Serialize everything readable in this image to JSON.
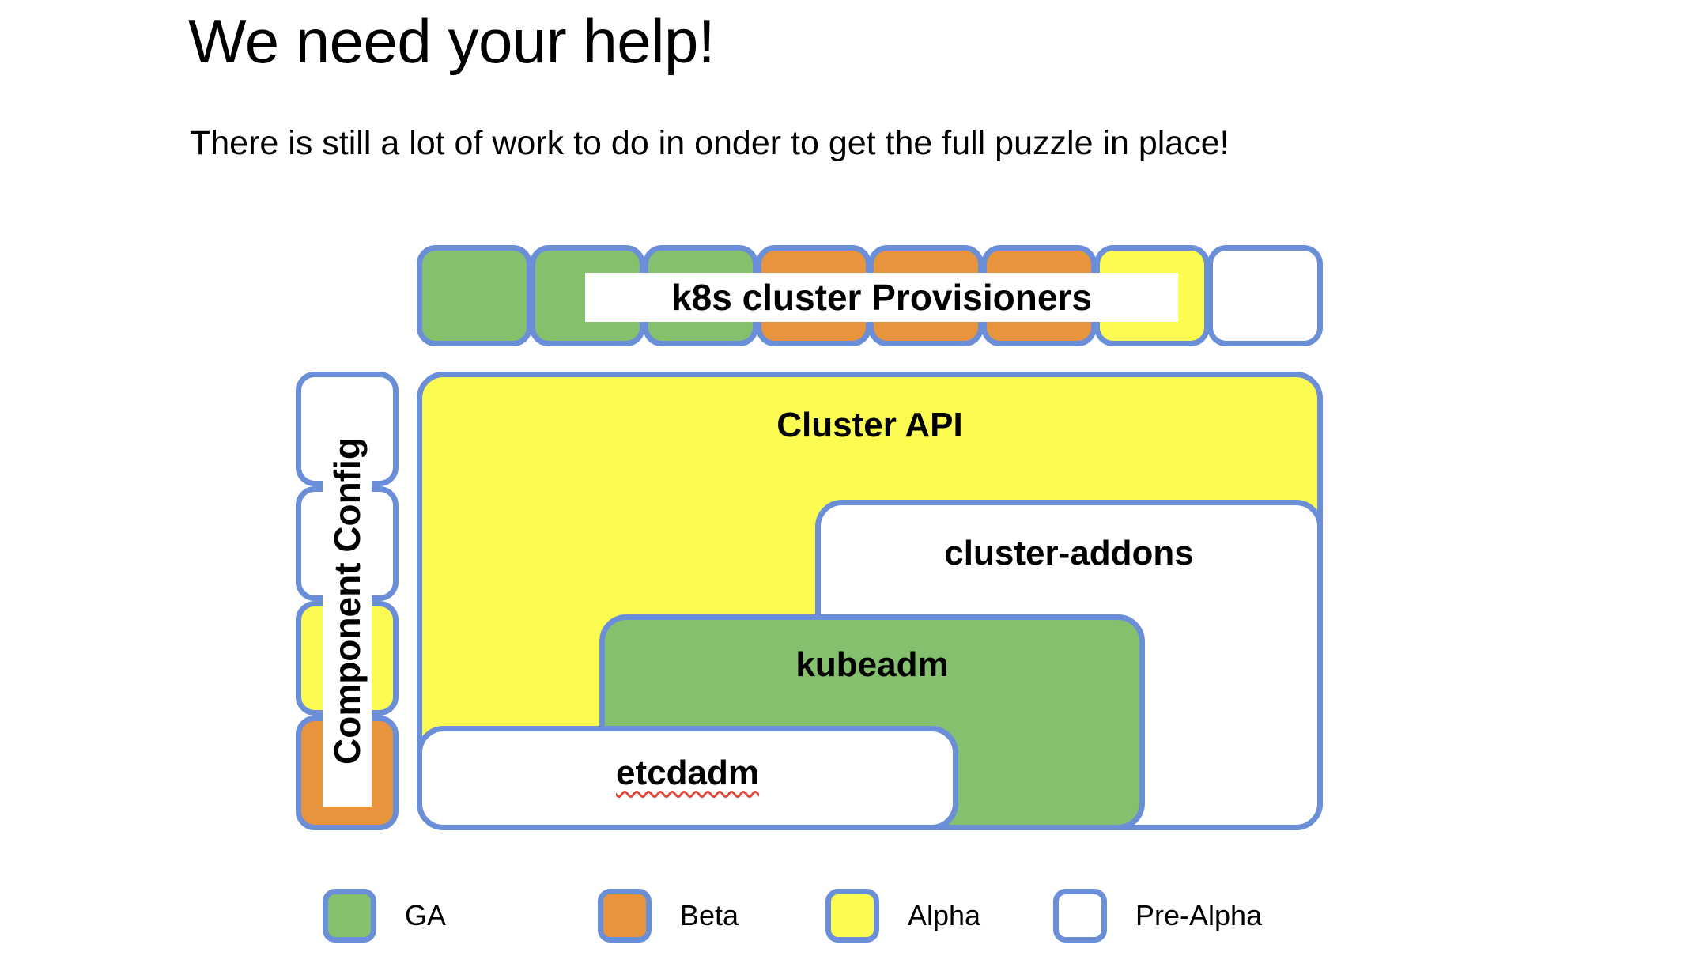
{
  "slide": {
    "title": "We need your help!",
    "subtitle": "There is still a lot of work to do in onder to get the full puzzle in place!"
  },
  "colors": {
    "ga_green": "#85c06f",
    "beta_orange": "#e8943c",
    "alpha_yellow": "#fbfb52",
    "pre_alpha_white": "#ffffff",
    "border_blue": "#6b8ed8",
    "spellcheck_red": "#e04a3a",
    "background": "#ffffff",
    "text": "#000000"
  },
  "diagram": {
    "provisioners": {
      "label": "k8s cluster Provisioners",
      "pills": [
        {
          "maturity": "GA",
          "fill": "green"
        },
        {
          "maturity": "GA",
          "fill": "green"
        },
        {
          "maturity": "GA",
          "fill": "green"
        },
        {
          "maturity": "Beta",
          "fill": "orange"
        },
        {
          "maturity": "Beta",
          "fill": "orange"
        },
        {
          "maturity": "Beta",
          "fill": "orange"
        },
        {
          "maturity": "Alpha",
          "fill": "yellow"
        },
        {
          "maturity": "Pre-Alpha",
          "fill": "white"
        }
      ]
    },
    "component_config": {
      "label": "Component Config",
      "pills": [
        {
          "maturity": "Pre-Alpha",
          "fill": "white"
        },
        {
          "maturity": "Pre-Alpha",
          "fill": "white"
        },
        {
          "maturity": "Alpha",
          "fill": "yellow"
        },
        {
          "maturity": "Beta",
          "fill": "orange"
        }
      ]
    },
    "boxes": [
      {
        "id": "cluster-api",
        "label": "Cluster API",
        "maturity": "Alpha",
        "fill": "yellow"
      },
      {
        "id": "cluster-addons",
        "label": "cluster-addons",
        "maturity": "Pre-Alpha",
        "fill": "white"
      },
      {
        "id": "kubeadm",
        "label": "kubeadm",
        "maturity": "GA",
        "fill": "green"
      },
      {
        "id": "etcdadm",
        "label": "etcdadm",
        "maturity": "Pre-Alpha",
        "fill": "white",
        "spellcheck_underline": true
      }
    ]
  },
  "legend": {
    "items": [
      {
        "label": "GA",
        "fill": "green"
      },
      {
        "label": "Beta",
        "fill": "orange"
      },
      {
        "label": "Alpha",
        "fill": "yellow"
      },
      {
        "label": "Pre-Alpha",
        "fill": "white"
      }
    ]
  }
}
